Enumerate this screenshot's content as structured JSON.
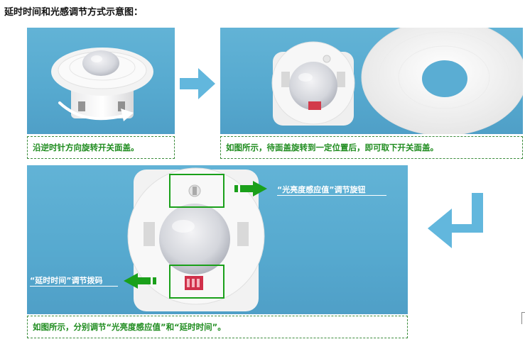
{
  "title": "延时时间和光感调节方式示意图：",
  "step1": {
    "caption": "沿逆时针方向旋转开关面盖。"
  },
  "step2": {
    "caption": "如图所示，待面盖旋转到一定位置后，即可取下开关面盖。"
  },
  "step3": {
    "caption": "如图所示，分别调节“光亮度感应值”和“延时时间”。",
    "label_knob": "“光亮度感应值”调节旋钮",
    "label_dip": "“延时时间”调节拨码"
  },
  "colors": {
    "photo_bg": "#5aadd3",
    "caption_text": "#1f8c1f",
    "caption_border": "#3c8c3c",
    "highlight": "#1aa01a",
    "flow_arrow": "#62b7dd"
  },
  "icons": {
    "rotate_arrow": "curved-arrow-icon",
    "flow_right": "arrow-right-icon",
    "flow_turn": "arrow-turn-left-icon",
    "pointer": "arrow-icon"
  }
}
